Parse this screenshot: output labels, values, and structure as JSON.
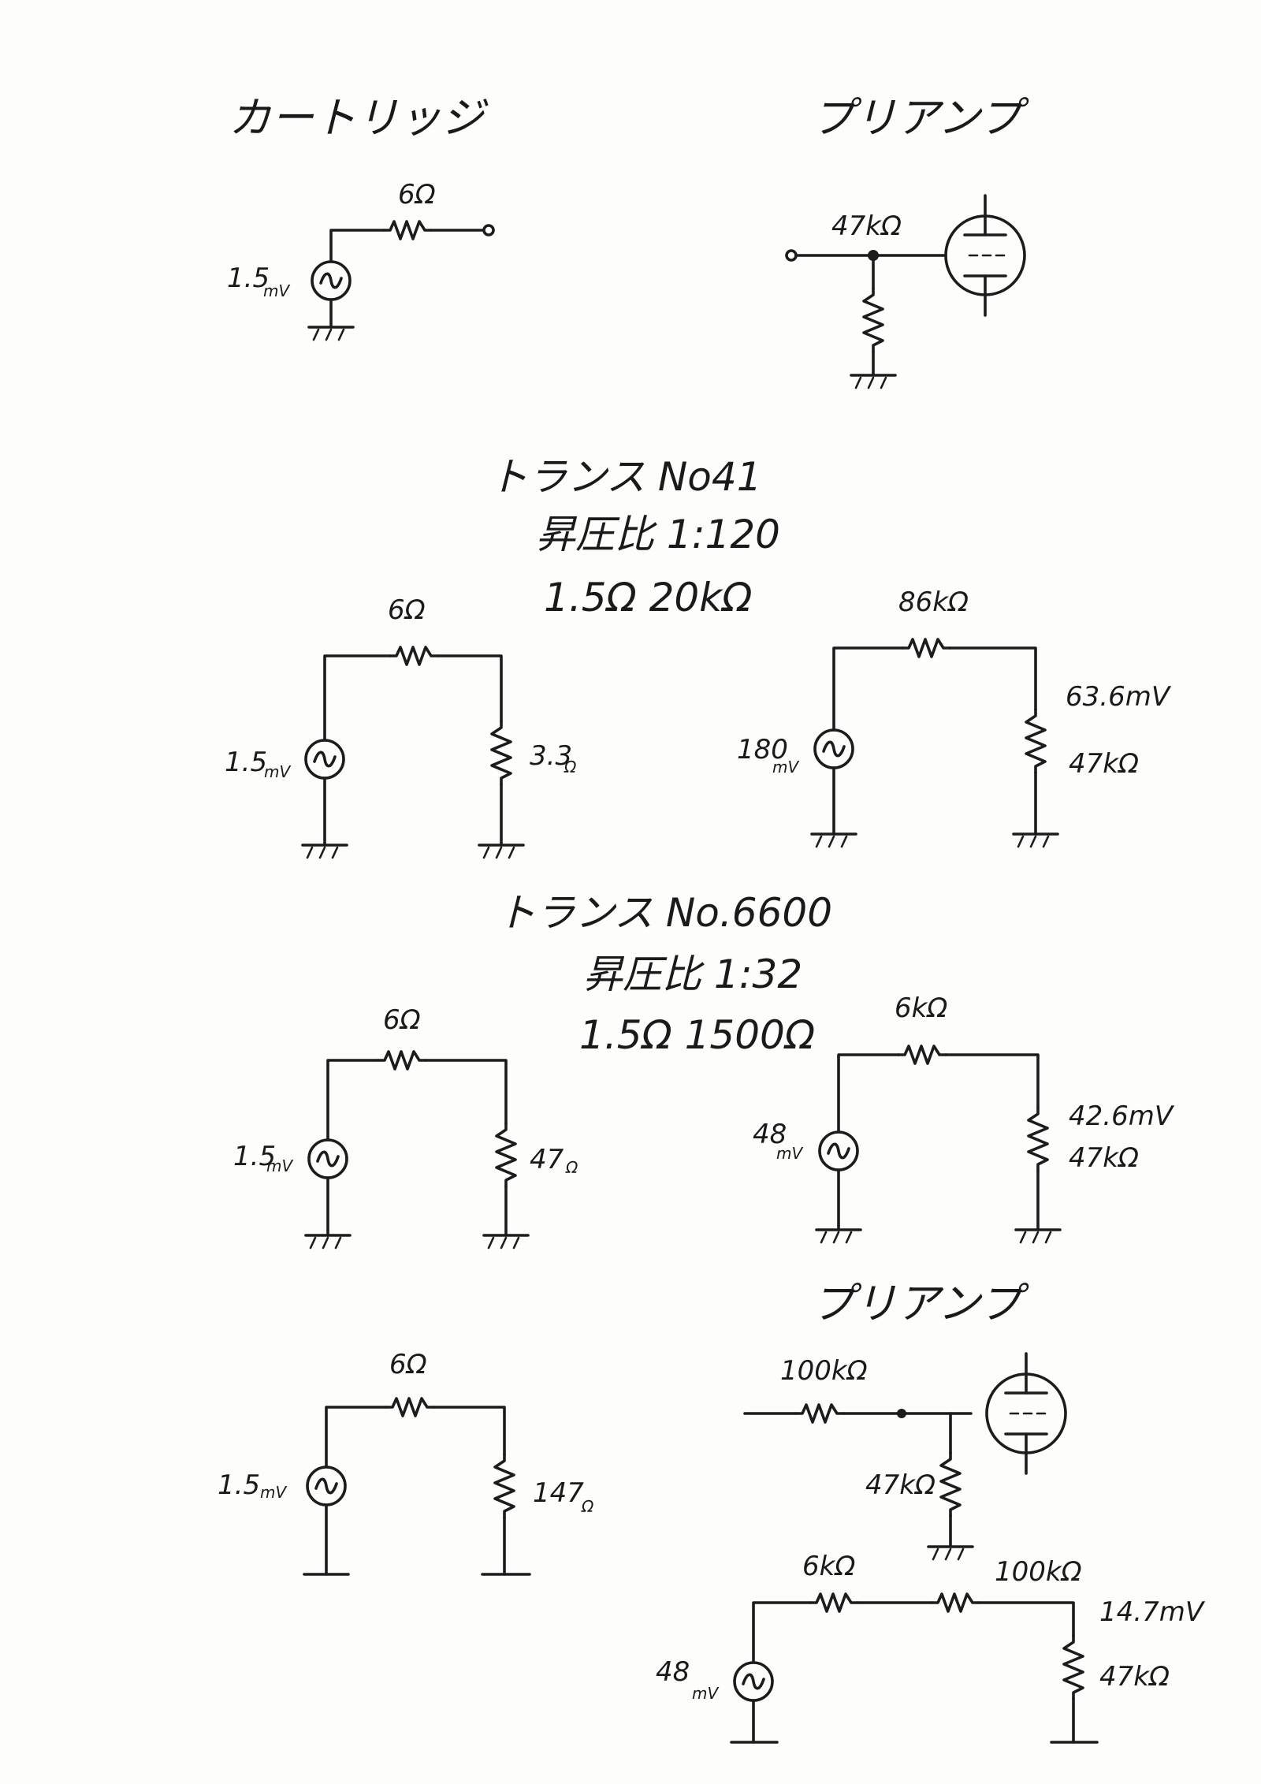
{
  "sections": {
    "cartridge": {
      "title": "カートリッジ",
      "resistor": "6Ω",
      "source": "1.5",
      "source_unit": "mV"
    },
    "preamp_top": {
      "title": "プリアンプ",
      "resistor": "47kΩ"
    },
    "trans41": {
      "title": "トランス No41",
      "ratio": "昇圧比 1:120",
      "impedance": "1.5Ω  20kΩ",
      "primary": {
        "source": "1.5",
        "source_unit": "mV",
        "series": "6Ω",
        "load": "3.3",
        "load_unit": "Ω"
      },
      "secondary": {
        "source": "180",
        "source_unit": "mV",
        "series": "86kΩ",
        "out_voltage": "63.6mV",
        "load": "47kΩ"
      }
    },
    "trans6600": {
      "title": "トランス No.6600",
      "ratio": "昇圧比 1:32",
      "impedance": "1.5Ω  1500Ω",
      "primary": {
        "source": "1.5",
        "source_unit": "mV",
        "series": "6Ω",
        "load": "47",
        "load_unit": "Ω"
      },
      "secondary": {
        "source": "48",
        "source_unit": "mV",
        "series": "6kΩ",
        "out_voltage": "42.6mV",
        "load": "47kΩ"
      }
    },
    "direct": {
      "source": "1.5",
      "source_unit": "mV",
      "series": "6Ω",
      "load": "147",
      "load_unit": "Ω"
    },
    "preamp_bottom": {
      "title": "プリアンプ",
      "input_resistor": "100kΩ",
      "shunt_resistor": "47kΩ",
      "equiv": {
        "source": "48",
        "source_unit": "mV",
        "r1": "6kΩ",
        "r2": "100kΩ",
        "out_voltage": "14.7mV",
        "load": "47kΩ"
      }
    }
  }
}
